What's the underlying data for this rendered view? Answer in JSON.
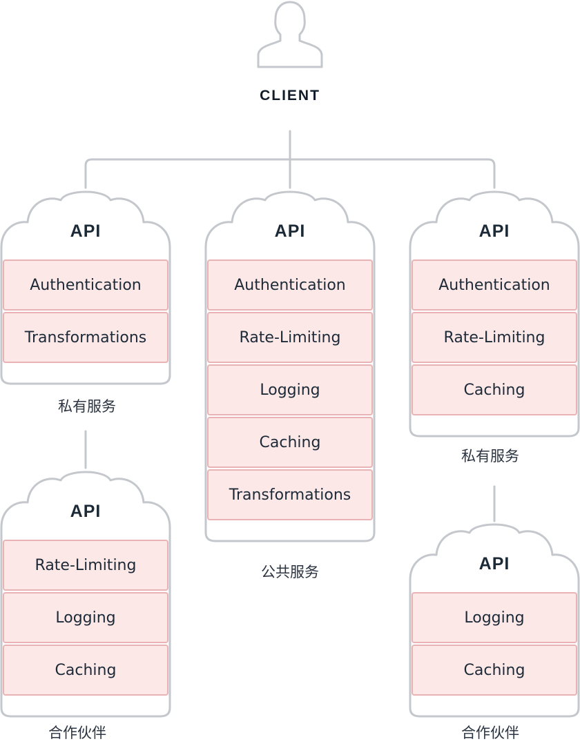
{
  "client": {
    "label": "CLIENT",
    "icon": "user-icon"
  },
  "colors": {
    "line": "#c4c7cc",
    "plugin_fill": "#fde8e8",
    "plugin_border": "#e9b3b5",
    "text": "#1c2a38"
  },
  "services": [
    {
      "api_label": "API",
      "plugins": [
        "Authentication",
        "Transformations"
      ],
      "caption": "私有服务"
    },
    {
      "api_label": "API",
      "plugins": [
        "Authentication",
        "Rate-Limiting",
        "Logging",
        "Caching",
        "Transformations"
      ],
      "caption": "公共服务"
    },
    {
      "api_label": "API",
      "plugins": [
        "Authentication",
        "Rate-Limiting",
        "Caching"
      ],
      "caption": "私有服务"
    },
    {
      "api_label": "API",
      "plugins": [
        "Rate-Limiting",
        "Logging",
        "Caching"
      ],
      "caption": "合作伙伴"
    },
    {
      "api_label": "API",
      "plugins": [
        "Logging",
        "Caching"
      ],
      "caption": "合作伙伴"
    }
  ]
}
